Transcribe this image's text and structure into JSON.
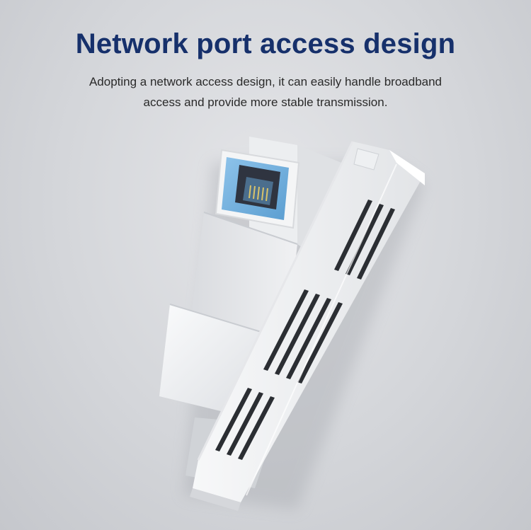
{
  "heading": {
    "title": "Network port access design",
    "line1": "Adopting a network access design, it can easily handle broadband",
    "line2": "access and provide more stable transmission."
  },
  "product_image": {
    "subject": "wall-plate-access-point-with-ethernet-port",
    "port_color": "#6aa9d8"
  }
}
